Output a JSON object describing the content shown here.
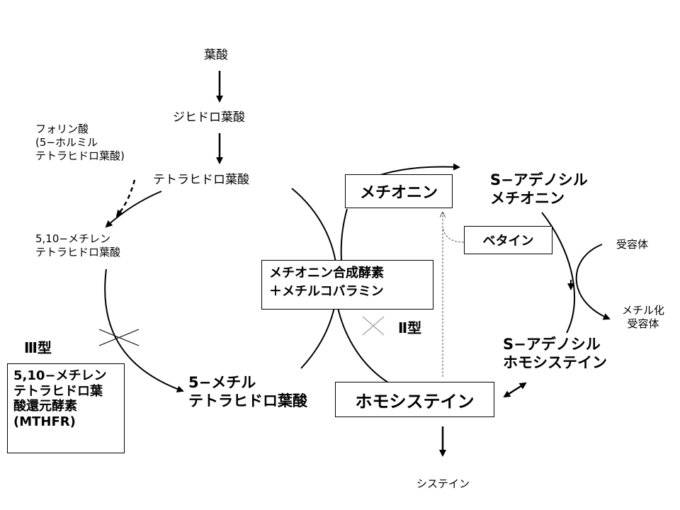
{
  "labels": {
    "folic_acid": "葉酸",
    "dihydrofolate": "ジヒドロ葉酸",
    "tetrahydrofolate": "テトラヒドロ葉酸",
    "folinic_acid": "フォリン酸\n(5−ホルミル\nテトラヒドロ葉酸)",
    "methylene_thf": "5,10−メチレン\nテトラヒドロ葉酸",
    "methyl_thf": "5−メチル\nテトラヒドロ葉酸",
    "type3": "Ⅲ型",
    "mthfr": "5,10−メチレン\nテトラヒドロ葉\n酸還元酵素\n(MTHFR)",
    "methionine": "メチオニン",
    "sam": "S−アデノシル\nメチオニン",
    "betaine": "ベタイン",
    "acceptor": "受容体",
    "methylated_acceptor": "メチル化\n受容体",
    "methionine_synthase": "メチオニン合成酵素\n＋メチルコバラミン",
    "type2": "Ⅱ型",
    "sah": "S−アデノシル\nホモシステイン",
    "homocysteine": "ホモシステイン",
    "cysteine": "システイン"
  }
}
